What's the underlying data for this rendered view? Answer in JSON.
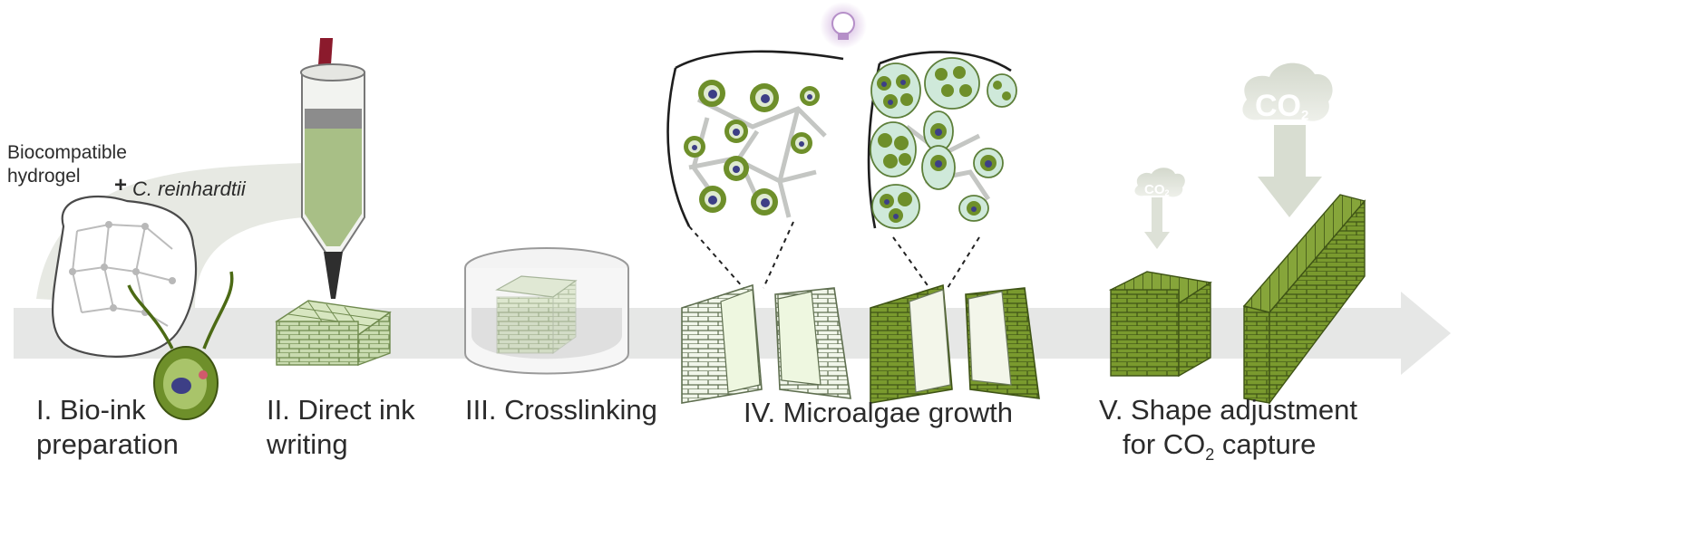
{
  "labels": {
    "hydrogel_line1": "Biocompatible",
    "hydrogel_line2": "hydrogel",
    "plus": "+",
    "species": "C. reinhardtii",
    "step1_line1": "I. Bio-ink",
    "step1_line2": "preparation",
    "step2_line1": "II. Direct ink",
    "step2_line2": "writing",
    "step3": "III. Crosslinking",
    "step4": "IV. Microalgae growth",
    "step5_line1": "V. Shape adjustment",
    "step5_line2_a": "for CO",
    "step5_line2_sub": "2",
    "step5_line2_b": " capture",
    "co2_small": "CO",
    "co2_small_sub": "2",
    "co2_large": "CO",
    "co2_large_sub": "2"
  },
  "colors": {
    "arrow_gray": "#e6e7e6",
    "algae_dark": "#6e8f2a",
    "algae_light": "#a9c46a",
    "hydrogel_green": "#dfead0",
    "nucleus": "#3d3f86",
    "eyespot": "#d05a6c",
    "syringe_ink": "#a8bf86",
    "piston": "#8b1a2c",
    "bulb_glow": "#c9a6d8",
    "cloud_gray": "#d9ddd4"
  },
  "icons": [
    "lightbulb-icon",
    "co2-cloud-icon",
    "algae-cell-icon",
    "syringe-icon"
  ]
}
